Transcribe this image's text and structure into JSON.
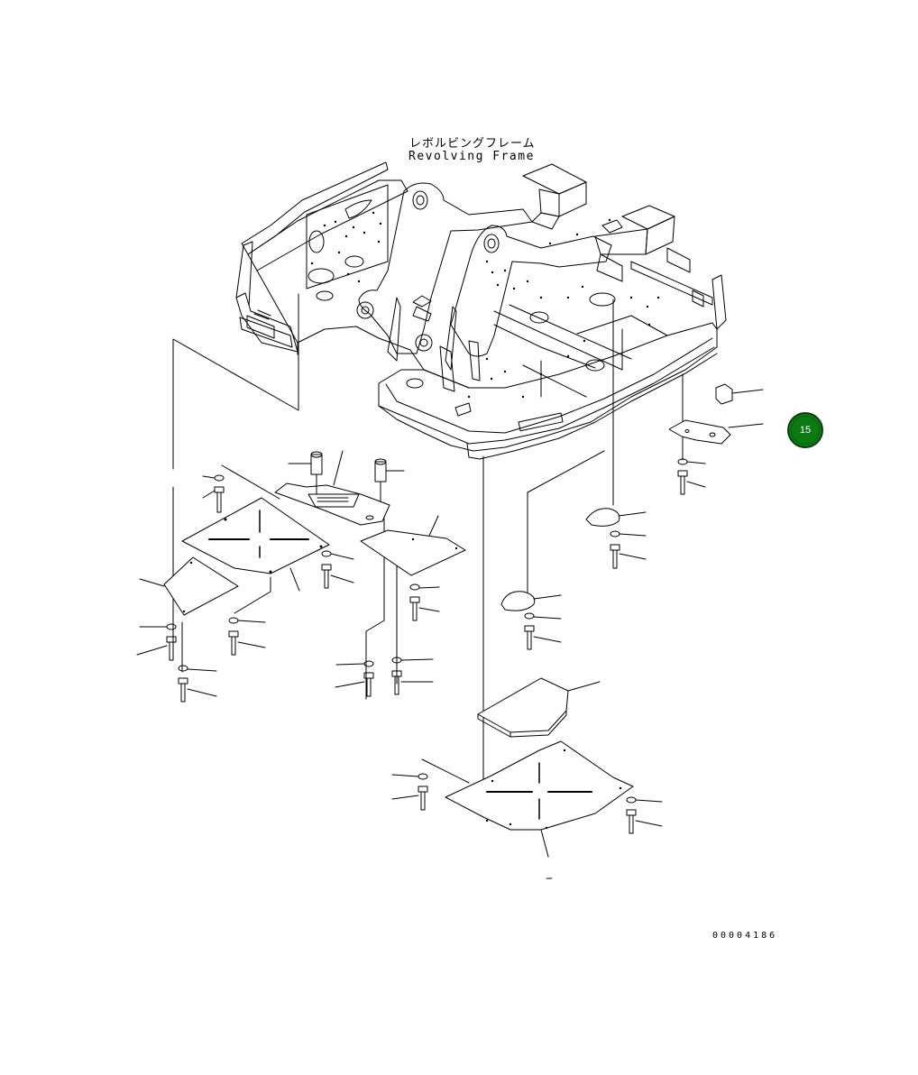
{
  "title": {
    "japanese": "レボルビングフレーム",
    "english": "Revolving Frame"
  },
  "document_number": "00004186",
  "callout": {
    "label": "15",
    "color": "#0c7a12"
  },
  "colors": {
    "line": "#000000",
    "background": "#ffffff"
  }
}
